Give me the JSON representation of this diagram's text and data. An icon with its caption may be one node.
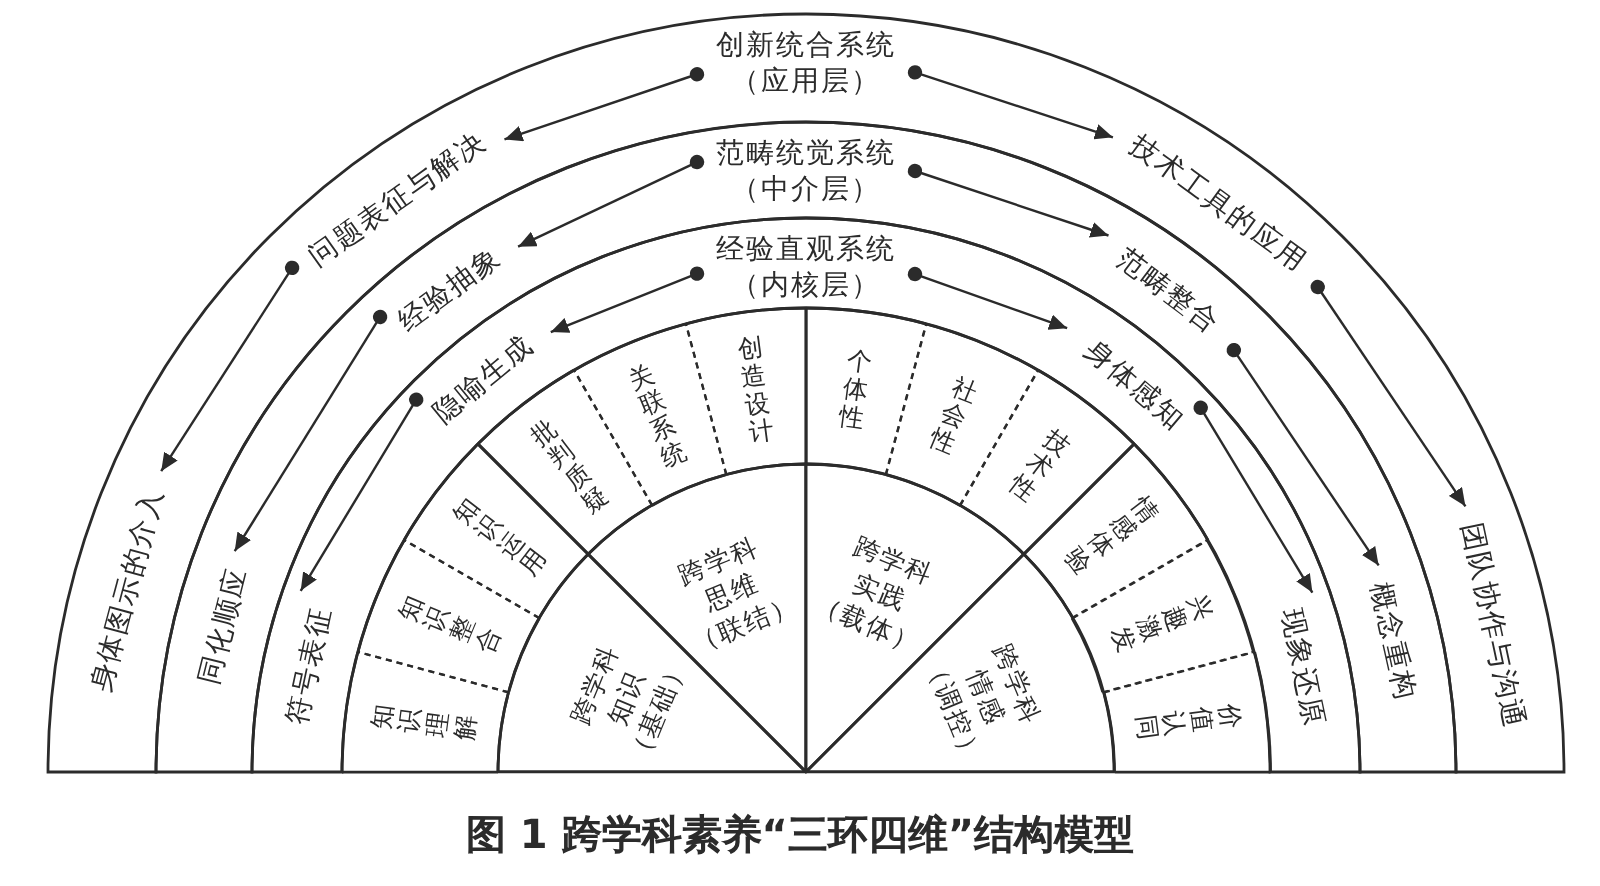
{
  "diagram": {
    "caption": "图 1 跨学科素养“三环四维”结构模型",
    "nodes": [
      {
        "text": [],
        "shape": "band"
      },
      {
        "text": [
          "创新统合系统（应用层）"
        ],
        "in": 0
      },
      {
        "text": [
          "问题表征与解决"
        ],
        "in": 0
      },
      {
        "text": [
          "身体图示的介入"
        ],
        "in": 0
      },
      {
        "text": [
          "技术工具的应用"
        ],
        "in": 0
      },
      {
        "text": [
          "团队协作与沟通"
        ],
        "in": 0
      },
      {
        "text": [],
        "shape": "band"
      },
      {
        "text": [
          "范畴统觉系统（中介层）"
        ],
        "in": 6
      },
      {
        "text": [
          "经验抽象"
        ],
        "in": 6
      },
      {
        "text": [
          "同化顺应"
        ],
        "in": 6
      },
      {
        "text": [
          "范畴整合"
        ],
        "in": 6
      },
      {
        "text": [
          "概念重构"
        ],
        "in": 6
      },
      {
        "text": [],
        "shape": "band"
      },
      {
        "text": [
          "经验直观系统（内核层）"
        ],
        "in": 12
      },
      {
        "text": [
          "隐喻生成"
        ],
        "in": 12
      },
      {
        "text": [
          "符号表征"
        ],
        "in": 12
      },
      {
        "text": [
          "身体感知"
        ],
        "in": 12
      },
      {
        "text": [
          "现象还原"
        ],
        "in": 12
      },
      {
        "text": [
          "跨学科知识",
          "（基础）"
        ]
      },
      {
        "text": [
          "知识理解"
        ]
      },
      {
        "text": [
          "知识整合"
        ]
      },
      {
        "text": [
          "知识运用"
        ]
      },
      {
        "text": [
          "跨学科思维",
          "（联结）"
        ]
      },
      {
        "text": [
          "批判质疑"
        ]
      },
      {
        "text": [
          "关联系统"
        ]
      },
      {
        "text": [
          "创造设计"
        ]
      },
      {
        "text": [
          "跨学科实践",
          "（载体）"
        ]
      },
      {
        "text": [
          "个体性"
        ]
      },
      {
        "text": [
          "社会性"
        ]
      },
      {
        "text": [
          "技术性"
        ]
      },
      {
        "text": [
          "跨学科情感",
          "（调控）"
        ]
      },
      {
        "text": [
          "情感体验"
        ]
      },
      {
        "text": [
          "兴趣激发"
        ]
      },
      {
        "text": [
          "价值认同"
        ]
      }
    ],
    "edges": [
      {
        "from": 1,
        "to": 2,
        "arrow": "to"
      },
      {
        "from": 2,
        "to": 3,
        "arrow": "to"
      },
      {
        "from": 1,
        "to": 4,
        "arrow": "to"
      },
      {
        "from": 4,
        "to": 5,
        "arrow": "to"
      },
      {
        "from": 7,
        "to": 8,
        "arrow": "to"
      },
      {
        "from": 8,
        "to": 9,
        "arrow": "to"
      },
      {
        "from": 7,
        "to": 10,
        "arrow": "to"
      },
      {
        "from": 10,
        "to": 11,
        "arrow": "to"
      },
      {
        "from": 13,
        "to": 14,
        "arrow": "to"
      },
      {
        "from": 14,
        "to": 15,
        "arrow": "to"
      },
      {
        "from": 13,
        "to": 16,
        "arrow": "to"
      },
      {
        "from": 16,
        "to": 17,
        "arrow": "to"
      }
    ]
  }
}
